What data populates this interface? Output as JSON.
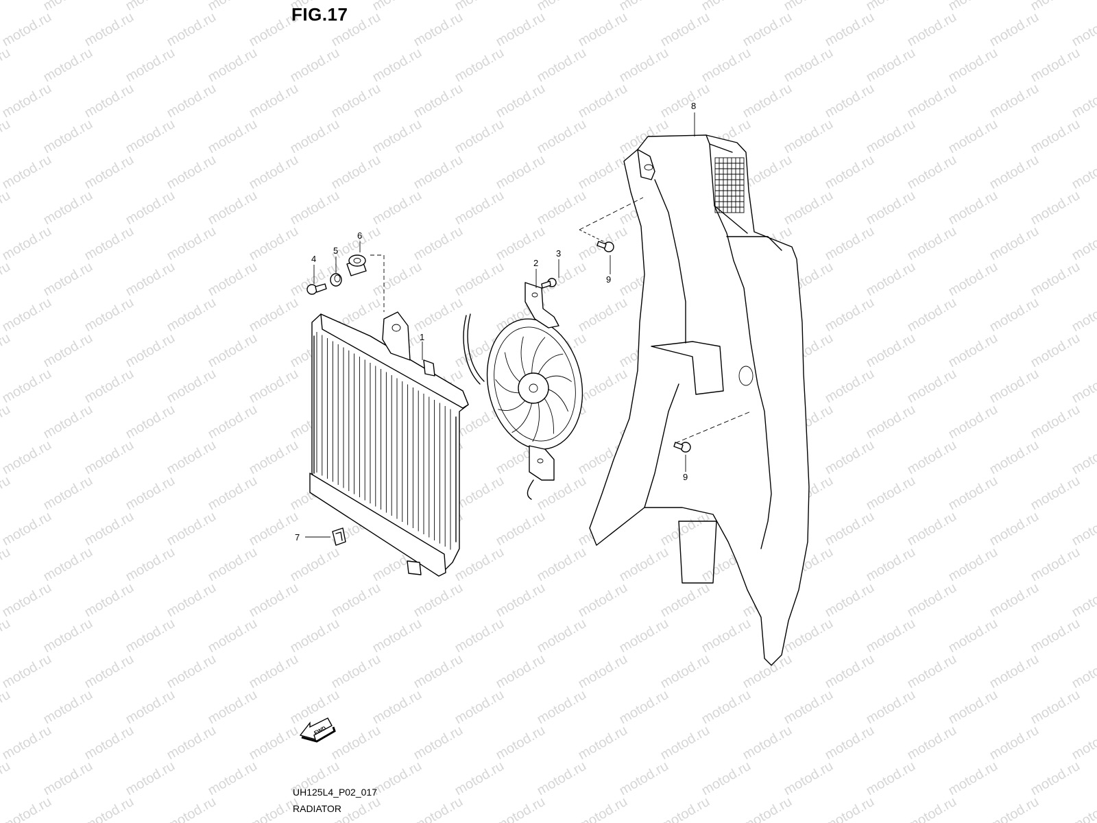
{
  "figure": {
    "title": "FIG.17",
    "code": "UH125L4_P02_017",
    "name": "RADIATOR",
    "fwd_label": "FWD"
  },
  "watermark": {
    "text": "motod.ru"
  },
  "callouts": {
    "radiator": "1",
    "fan_bracket": "2",
    "fan_bolt": "3",
    "radiator_bolt": "4",
    "collar": "5",
    "cushion": "6",
    "clip": "7",
    "cover": "8",
    "cover_bolt_upper": "9",
    "cover_bolt_lower": "9"
  }
}
